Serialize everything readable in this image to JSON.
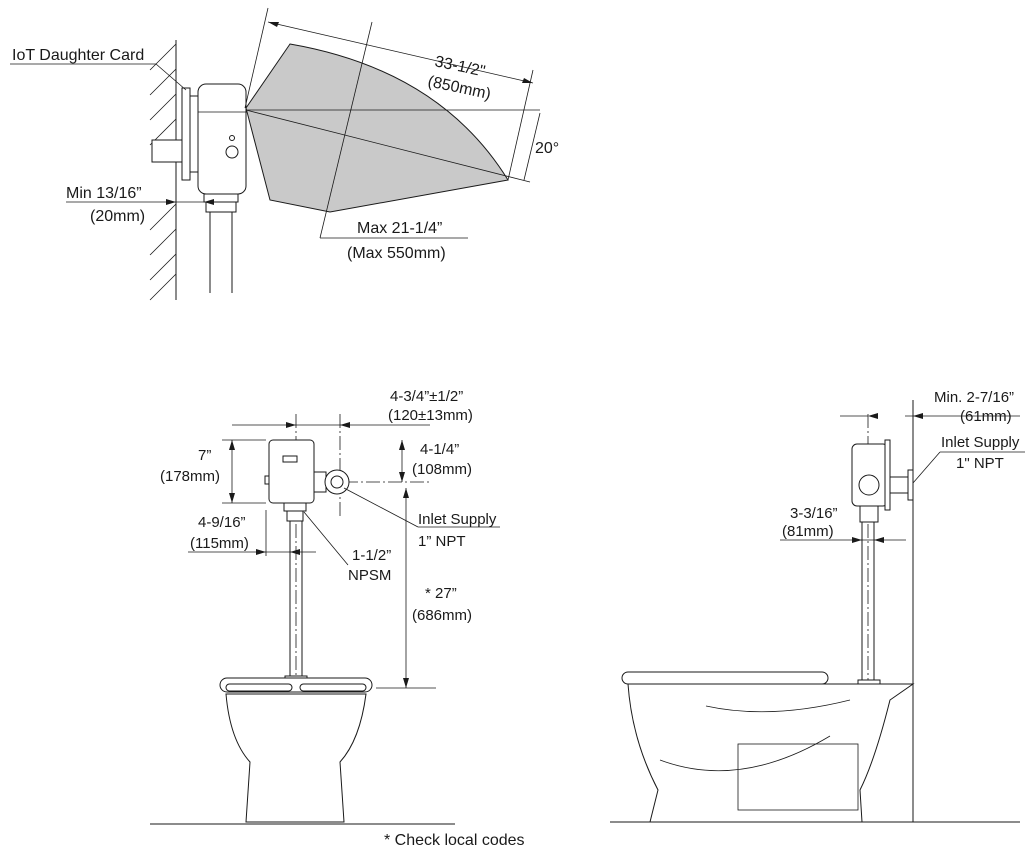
{
  "top_view": {
    "iot_label": "IoT Daughter Card",
    "range_imperial": "33-1/2\"",
    "range_metric": "(850mm)",
    "angle": "20°",
    "max_imperial": "Max 21-1/4”",
    "max_metric": "(Max 550mm)",
    "min_imperial": "Min 13/16”",
    "min_metric": "(20mm)"
  },
  "front_view": {
    "offset_imperial": "4-3/4”±1/2”",
    "offset_metric": "(120±13mm)",
    "height_imperial": "7”",
    "height_metric": "(178mm)",
    "inlet_imperial": "4-1/4”",
    "inlet_metric": "(108mm)",
    "inlet_label": "Inlet Supply",
    "inlet_npt": "1” NPT",
    "spud_imperial": "4-9/16”",
    "spud_metric": "(115mm)",
    "npsm_size": "1-1/2”",
    "npsm_label": "NPSM",
    "rough_imperial": "* 27”",
    "rough_metric": "(686mm)",
    "note": "* Check local codes"
  },
  "side_view": {
    "min_imperial": "Min. 2-7/16”",
    "min_metric": "(61mm)",
    "inlet_label": "Inlet Supply",
    "inlet_npt": "1\" NPT",
    "tube_imperial": "3-3/16”",
    "tube_metric": "(81mm)"
  }
}
